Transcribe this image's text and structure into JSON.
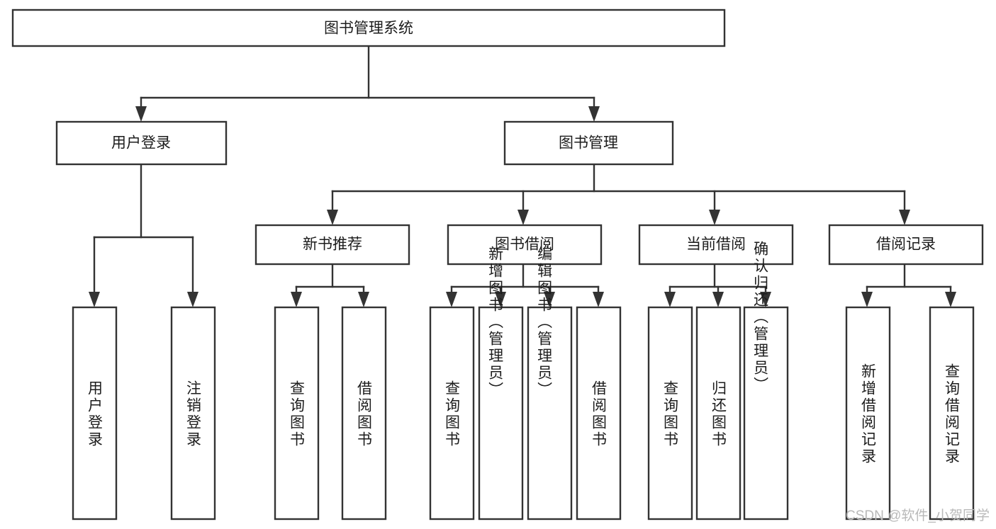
{
  "diagram": {
    "title": "图书管理系统",
    "type": "tree-hierarchy-diagram",
    "colors": {
      "box_stroke": "#333333",
      "box_fill": "#ffffff",
      "text": "#1c1c1c",
      "watermark": "#b9b9b9",
      "background": "#ffffff"
    },
    "root": {
      "label": "图书管理系统"
    },
    "level2": [
      {
        "label": "用户登录"
      },
      {
        "label": "图书管理"
      }
    ],
    "level3": [
      {
        "label": "新书推荐"
      },
      {
        "label": "图书借阅"
      },
      {
        "label": "当前借阅"
      },
      {
        "label": "借阅记录"
      }
    ],
    "leaves": {
      "user_login": [
        {
          "label": "用户登录"
        },
        {
          "label": "注销登录"
        }
      ],
      "new_book_recommend": [
        {
          "label": "查询图书"
        },
        {
          "label": "借阅图书"
        }
      ],
      "book_borrow": [
        {
          "label": "查询图书"
        },
        {
          "label": "新增图书（管理员）"
        },
        {
          "label": "编辑图书（管理员）"
        },
        {
          "label": "借阅图书"
        }
      ],
      "current_borrow": [
        {
          "label": "查询图书"
        },
        {
          "label": "归还图书"
        },
        {
          "label": "确认归还（管理员）"
        }
      ],
      "borrow_record": [
        {
          "label": "新增借阅记录"
        },
        {
          "label": "查询借阅记录"
        }
      ]
    }
  },
  "watermark": {
    "text": "CSDN @软件_小贺同学"
  }
}
